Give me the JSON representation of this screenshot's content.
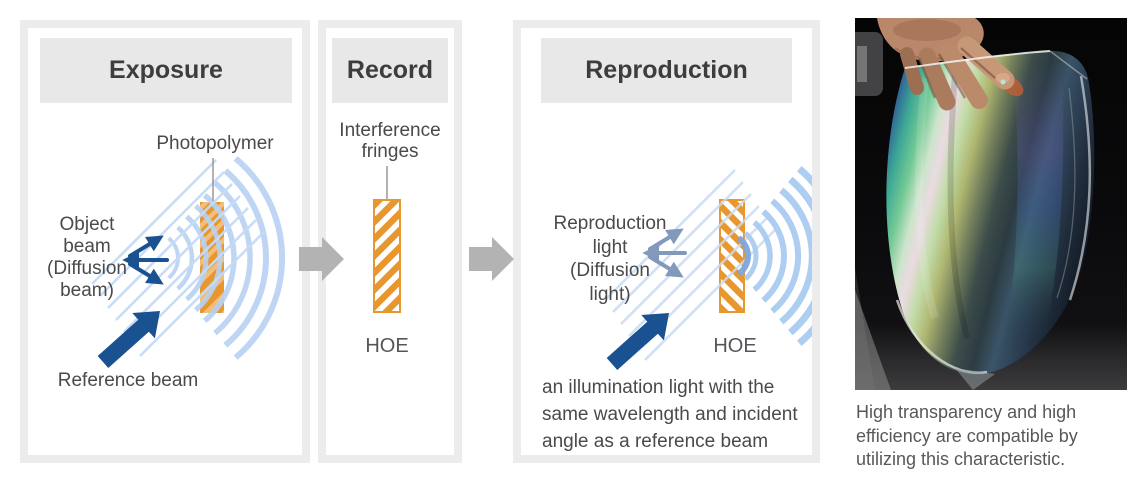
{
  "panels": {
    "exposure": {
      "title": "Exposure",
      "photopolymer_label": "Photopolymer",
      "object_beam_label": "Object\nbeam\n(Diffusion\nbeam)",
      "reference_beam_label": "Reference beam"
    },
    "record": {
      "title": "Record",
      "fringes_label": "Interference\nfringes",
      "hoe_label": "HOE"
    },
    "reproduction": {
      "title": "Reproduction",
      "light_label": "Reproduction\nlight\n(Diffusion\nlight)",
      "hoe_label": "HOE",
      "note": "an illumination light with the\nsame wavelength and incident\nangle as a reference beam"
    }
  },
  "photo": {
    "caption": "High transparency and high\nefficiency are compatible by\nutilizing this characteristic."
  },
  "colors": {
    "accent_orange": "#E8962E",
    "deep_blue": "#1A5191",
    "wave_blue": "#B7D2F3",
    "steel_blue": "#8399BC",
    "flow_arrow_gray": "#B3B3B3",
    "header_gray": "#E8E8E8",
    "panel_border_gray": "#ECECEC"
  }
}
